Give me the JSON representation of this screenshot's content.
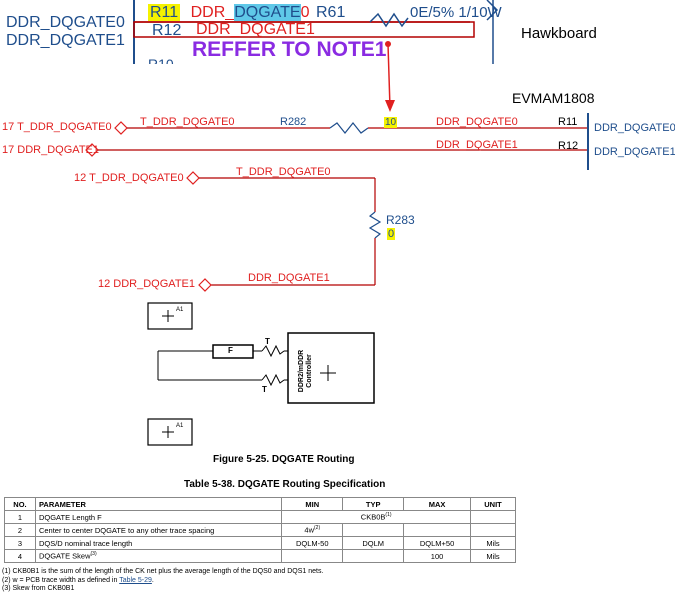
{
  "top_left": {
    "net1": "DDR_DQGATE0",
    "net2": "DDR_DQGATE1"
  },
  "top_mid": {
    "ref_r11": "R11",
    "net_prefix": "DDR_",
    "net_hl": "DQGATE",
    "net_suffix": "0",
    "ref_r61": "R61",
    "res_value": "0E/5% 1/10W",
    "ref_r12": "R12",
    "net_dqgate1": "DDR_DQGATE1",
    "note": "REFFER TO NOTE1",
    "cut_ref": "R10"
  },
  "hawkboard": "Hawkboard",
  "evmam": "EVMAM1808",
  "nets": {
    "row1_left": "17 T_DDR_DQGATE0",
    "row1_mid": "T_DDR_DQGATE0",
    "r282": "R282",
    "val10": "10",
    "row1_right": "DDR_DQGATE0",
    "r11": "R11",
    "blue_right1": "DDR_DQGATE0",
    "row2_left": "17 DDR_DQGATE1",
    "row2_right": "DDR_DQGATE1",
    "r12": "R12",
    "blue_right2": "DDR_DQGATE1",
    "row3_left": "12 T_DDR_DQGATE0",
    "row3_mid": "T_DDR_DQGATE0",
    "r283": "R283",
    "val0": "0",
    "row4_left": "12 DDR_DQGATE1",
    "row4_mid": "DDR_DQGATE1"
  },
  "figure": {
    "a1_top": "A1",
    "a1_bottom": "A1",
    "f_label": "F",
    "t_top": "T",
    "t_bottom": "T",
    "controller_line1": "DDR2/mDDR",
    "controller_line2": "Controller",
    "caption": "Figure 5-25. DQGATE Routing"
  },
  "table": {
    "title": "Table 5-38. DQGATE Routing Specification",
    "headers": [
      "NO.",
      "PARAMETER",
      "MIN",
      "TYP",
      "MAX",
      "UNIT"
    ],
    "rows": [
      {
        "no": "1",
        "param": "DQGATE Length F",
        "min": "",
        "typ": "CKB0B",
        "typ_sup": "(1)",
        "max": "",
        "unit": "",
        "span": true
      },
      {
        "no": "2",
        "param": "Center to center DQGATE to any other trace spacing",
        "min": "4w",
        "min_sup": "(2)",
        "typ": "",
        "max": "",
        "unit": ""
      },
      {
        "no": "3",
        "param": "DQS/D nominal trace length",
        "min": "DQLM-50",
        "typ": "DQLM",
        "max": "DQLM+50",
        "unit": "Mils"
      },
      {
        "no": "4",
        "param": "DQGATE Skew",
        "param_sup": "(3)",
        "min": "",
        "typ": "",
        "max": "100",
        "unit": "Mils"
      }
    ]
  },
  "notes": {
    "n1": "(1)   CKB0B1 is the sum of the length of the CK net plus the average length of the DQS0 and DQS1 nets.",
    "n2_pre": "(2)   w = PCB trace width as defined in ",
    "n2_link": "Table 5-29",
    "n2_post": ".",
    "n3": "(3)   Skew from CKB0B1"
  }
}
